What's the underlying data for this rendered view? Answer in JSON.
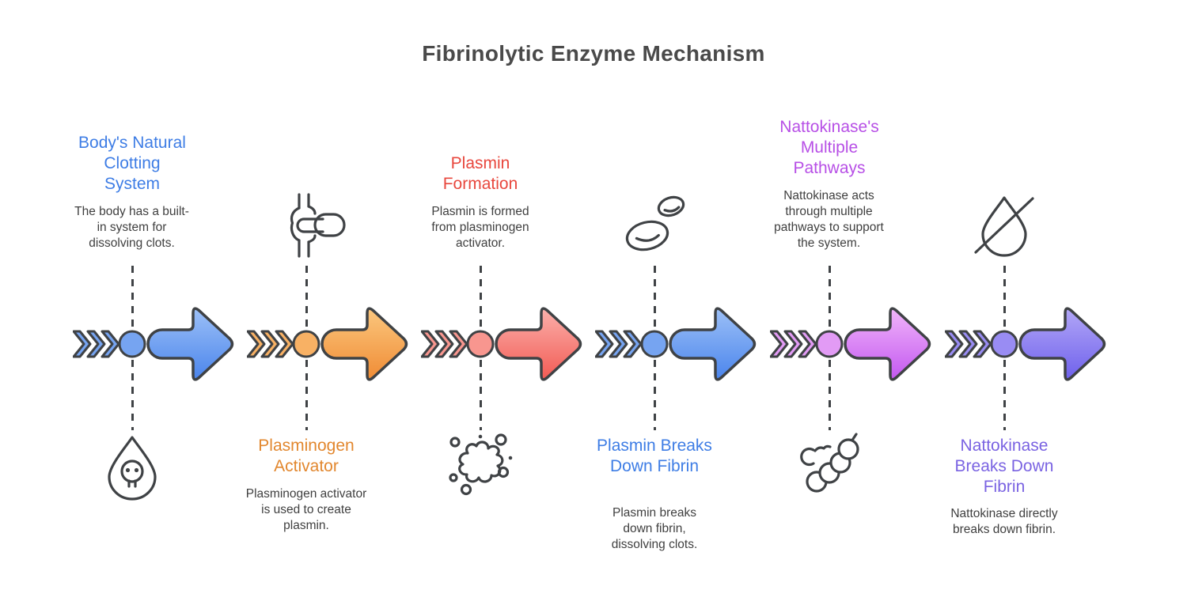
{
  "title": "Fibrinolytic Enzyme Mechanism",
  "colors": {
    "title_text": "#4A4A4A",
    "body_text": "#3F3F3F",
    "outline": "#3F4245",
    "background": "#FFFFFF"
  },
  "stages": [
    {
      "name": "Body's Natural Clotting System",
      "description": "The body has a built-in system for dissolving clots.",
      "accent": "#3E7DE5",
      "text_position": "top",
      "icon": "poison-drop-icon",
      "arrow": {
        "top": "#9CC0F7",
        "bottom": "#4B85EC",
        "mid": "#76A4F1"
      }
    },
    {
      "name": "Plasminogen Activator",
      "description": "Plasminogen activator is used to create plasmin.",
      "accent": "#E2872E",
      "text_position": "bottom",
      "icon": "blood-vessel-capsule-icon",
      "arrow": {
        "top": "#FBC77E",
        "bottom": "#F08C35",
        "mid": "#F8B164"
      }
    },
    {
      "name": "Plasmin Formation",
      "description": "Plasmin is formed from plasminogen activator.",
      "accent": "#E8473D",
      "text_position": "top",
      "icon": "enzyme-splat-icon",
      "arrow": {
        "top": "#FBB0AB",
        "bottom": "#F25B54",
        "mid": "#F8968F"
      }
    },
    {
      "name": "Plasmin Breaks Down Fibrin",
      "description": "Plasmin breaks down fibrin, dissolving clots.",
      "accent": "#3E7DE5",
      "text_position": "bottom",
      "icon": "blood-cells-icon",
      "arrow": {
        "top": "#9CC0F7",
        "bottom": "#4B85EC",
        "mid": "#76A4F1"
      }
    },
    {
      "name": "Nattokinase's Multiple Pathways",
      "description": "Nattokinase acts through multiple pathways to support the system.",
      "accent": "#B74FE6",
      "text_position": "top",
      "icon": "natto-cluster-icon",
      "arrow": {
        "top": "#F1B5FA",
        "bottom": "#C358F0",
        "mid": "#E29BF5"
      }
    },
    {
      "name": "Nattokinase Breaks Down Fibrin",
      "description": "Nattokinase directly breaks down fibrin.",
      "accent": "#7A63E2",
      "text_position": "bottom",
      "icon": "no-drop-icon",
      "arrow": {
        "top": "#B2A7F7",
        "bottom": "#6F61EC",
        "mid": "#998CF3"
      }
    }
  ]
}
